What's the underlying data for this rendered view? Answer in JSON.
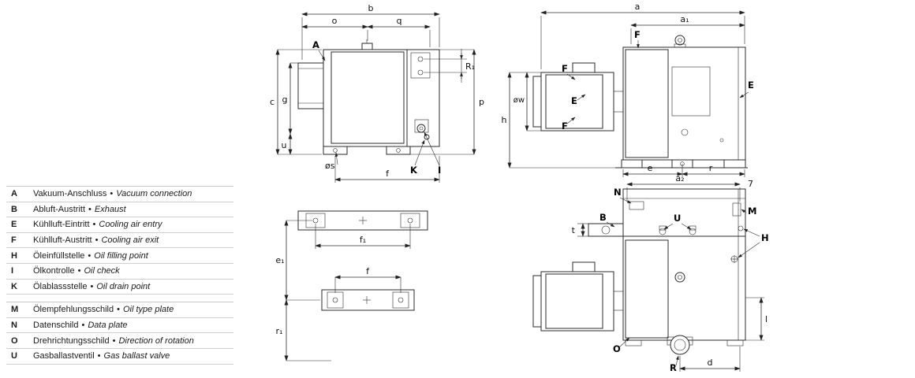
{
  "legend": {
    "sep": "•",
    "group1": [
      {
        "key": "A",
        "de": "Vakuum-Anschluss",
        "en": "Vacuum connection"
      },
      {
        "key": "B",
        "de": "Abluft-Austritt",
        "en": "Exhaust"
      },
      {
        "key": "E",
        "de": "Kühlluft-Eintritt",
        "en": "Cooling air entry"
      },
      {
        "key": "F",
        "de": "Kühlluft-Austritt",
        "en": "Cooling air exit"
      },
      {
        "key": "H",
        "de": "Öleinfüllstelle",
        "en": "Oil filling point"
      },
      {
        "key": "I",
        "de": "Ölkontrolle",
        "en": "Oil check"
      },
      {
        "key": "K",
        "de": "Ölablassstelle",
        "en": "Oil drain point"
      }
    ],
    "group2": [
      {
        "key": "M",
        "de": "Ölempfehlungsschild",
        "en": "Oil type plate"
      },
      {
        "key": "N",
        "de": "Datenschild",
        "en": "Data plate"
      },
      {
        "key": "O",
        "de": "Drehrichtungsschild",
        "en": "Direction of rotation"
      },
      {
        "key": "U",
        "de": "Gasballastventil",
        "en": "Gas ballast valve"
      }
    ]
  },
  "dims": {
    "a": "a",
    "a1": "a₁",
    "a2": "a₂",
    "b": "b",
    "c": "c",
    "d": "d",
    "e": "e",
    "e1": "e₁",
    "f": "f",
    "f1": "f₁",
    "g": "g",
    "h": "h",
    "l": "l",
    "o": "o",
    "p": "p",
    "q": "q",
    "r": "r",
    "r1": "r₁",
    "t": "t",
    "u": "u",
    "os": "øs",
    "ow": "øw",
    "R": "R",
    "R1": "R₁",
    "seven": "7",
    "A": "A",
    "B": "B",
    "E": "E",
    "F": "F",
    "H": "H",
    "I": "I",
    "K": "K",
    "M": "M",
    "N": "N",
    "O": "O",
    "U": "U"
  }
}
